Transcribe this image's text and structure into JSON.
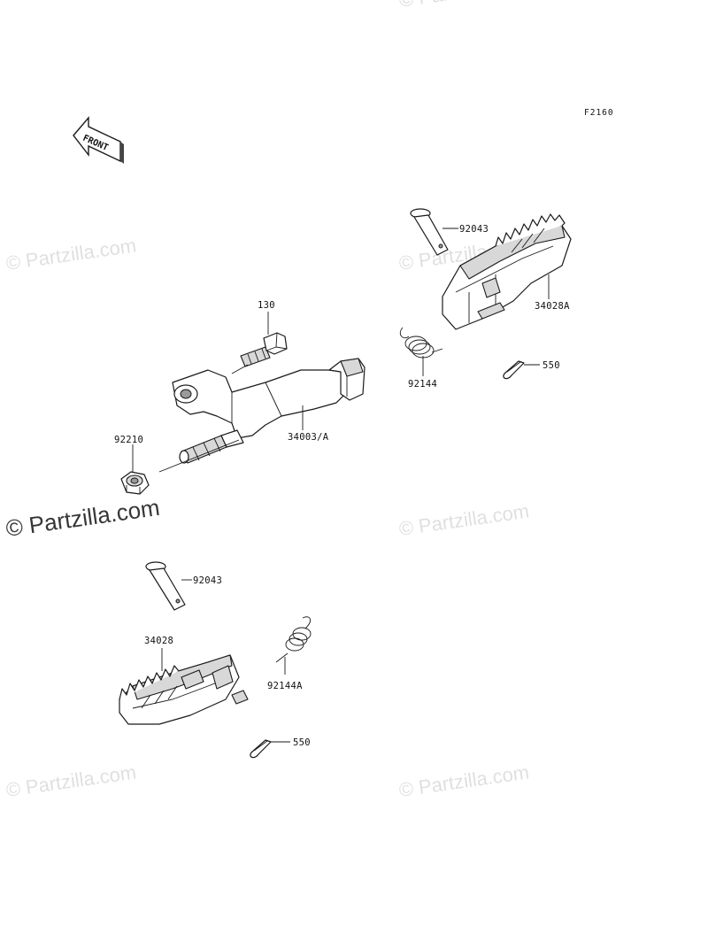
{
  "figure_code": "F2160",
  "front_indicator": "FRONT",
  "watermark": {
    "text": "© Partzilla.com"
  },
  "parts": [
    {
      "id": "bolt-130",
      "label": "130"
    },
    {
      "id": "nut-92210",
      "label": "92210"
    },
    {
      "id": "brake-pedal-34003",
      "label": "34003/A"
    },
    {
      "id": "pin-92043-right",
      "label": "92043"
    },
    {
      "id": "footpeg-34028A",
      "label": "34028A"
    },
    {
      "id": "spring-92144",
      "label": "92144"
    },
    {
      "id": "cotter-550-right",
      "label": "550"
    },
    {
      "id": "pin-92043-left",
      "label": "92043"
    },
    {
      "id": "footpeg-34028",
      "label": "34028"
    },
    {
      "id": "spring-92144A",
      "label": "92144A"
    },
    {
      "id": "cotter-550-left",
      "label": "550"
    }
  ]
}
